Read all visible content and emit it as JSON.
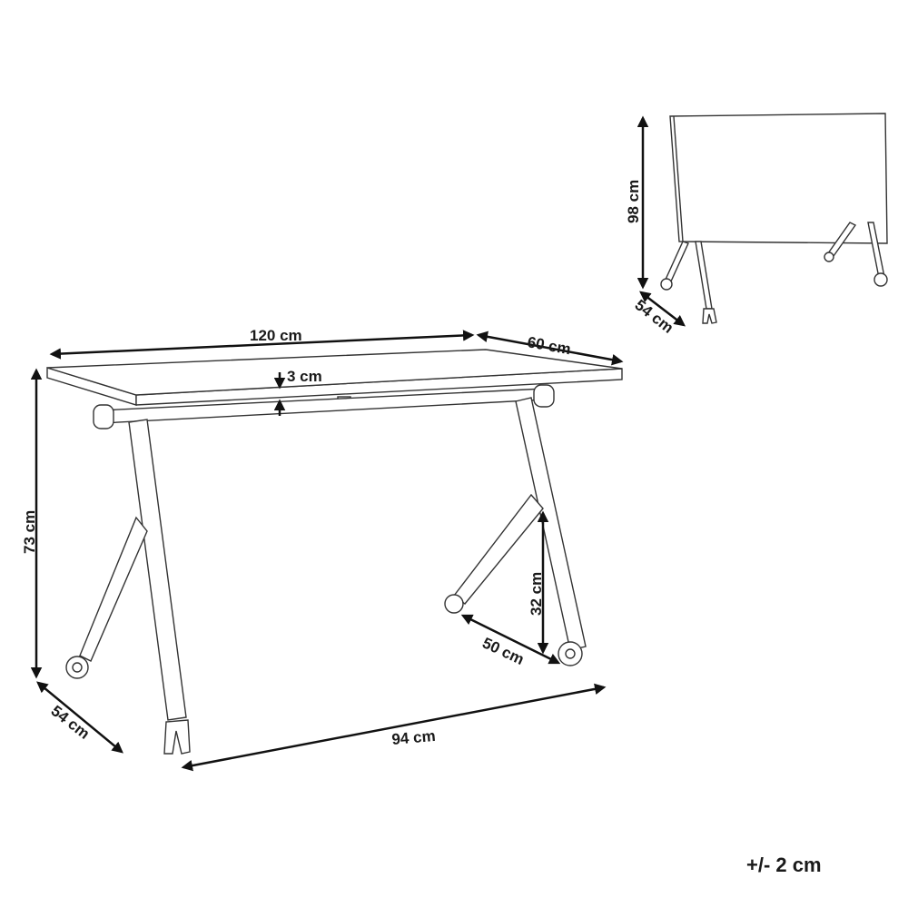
{
  "dimensions": {
    "width": "120 cm",
    "depth": "60 cm",
    "top_thickness": "3 cm",
    "height": "73 cm",
    "leg_depth": "54 cm",
    "leg_span": "94 cm",
    "brace_height": "32 cm",
    "brace_length": "50 cm",
    "folded_height": "98 cm",
    "folded_depth": "54 cm"
  },
  "tolerance": "+/- 2 cm"
}
